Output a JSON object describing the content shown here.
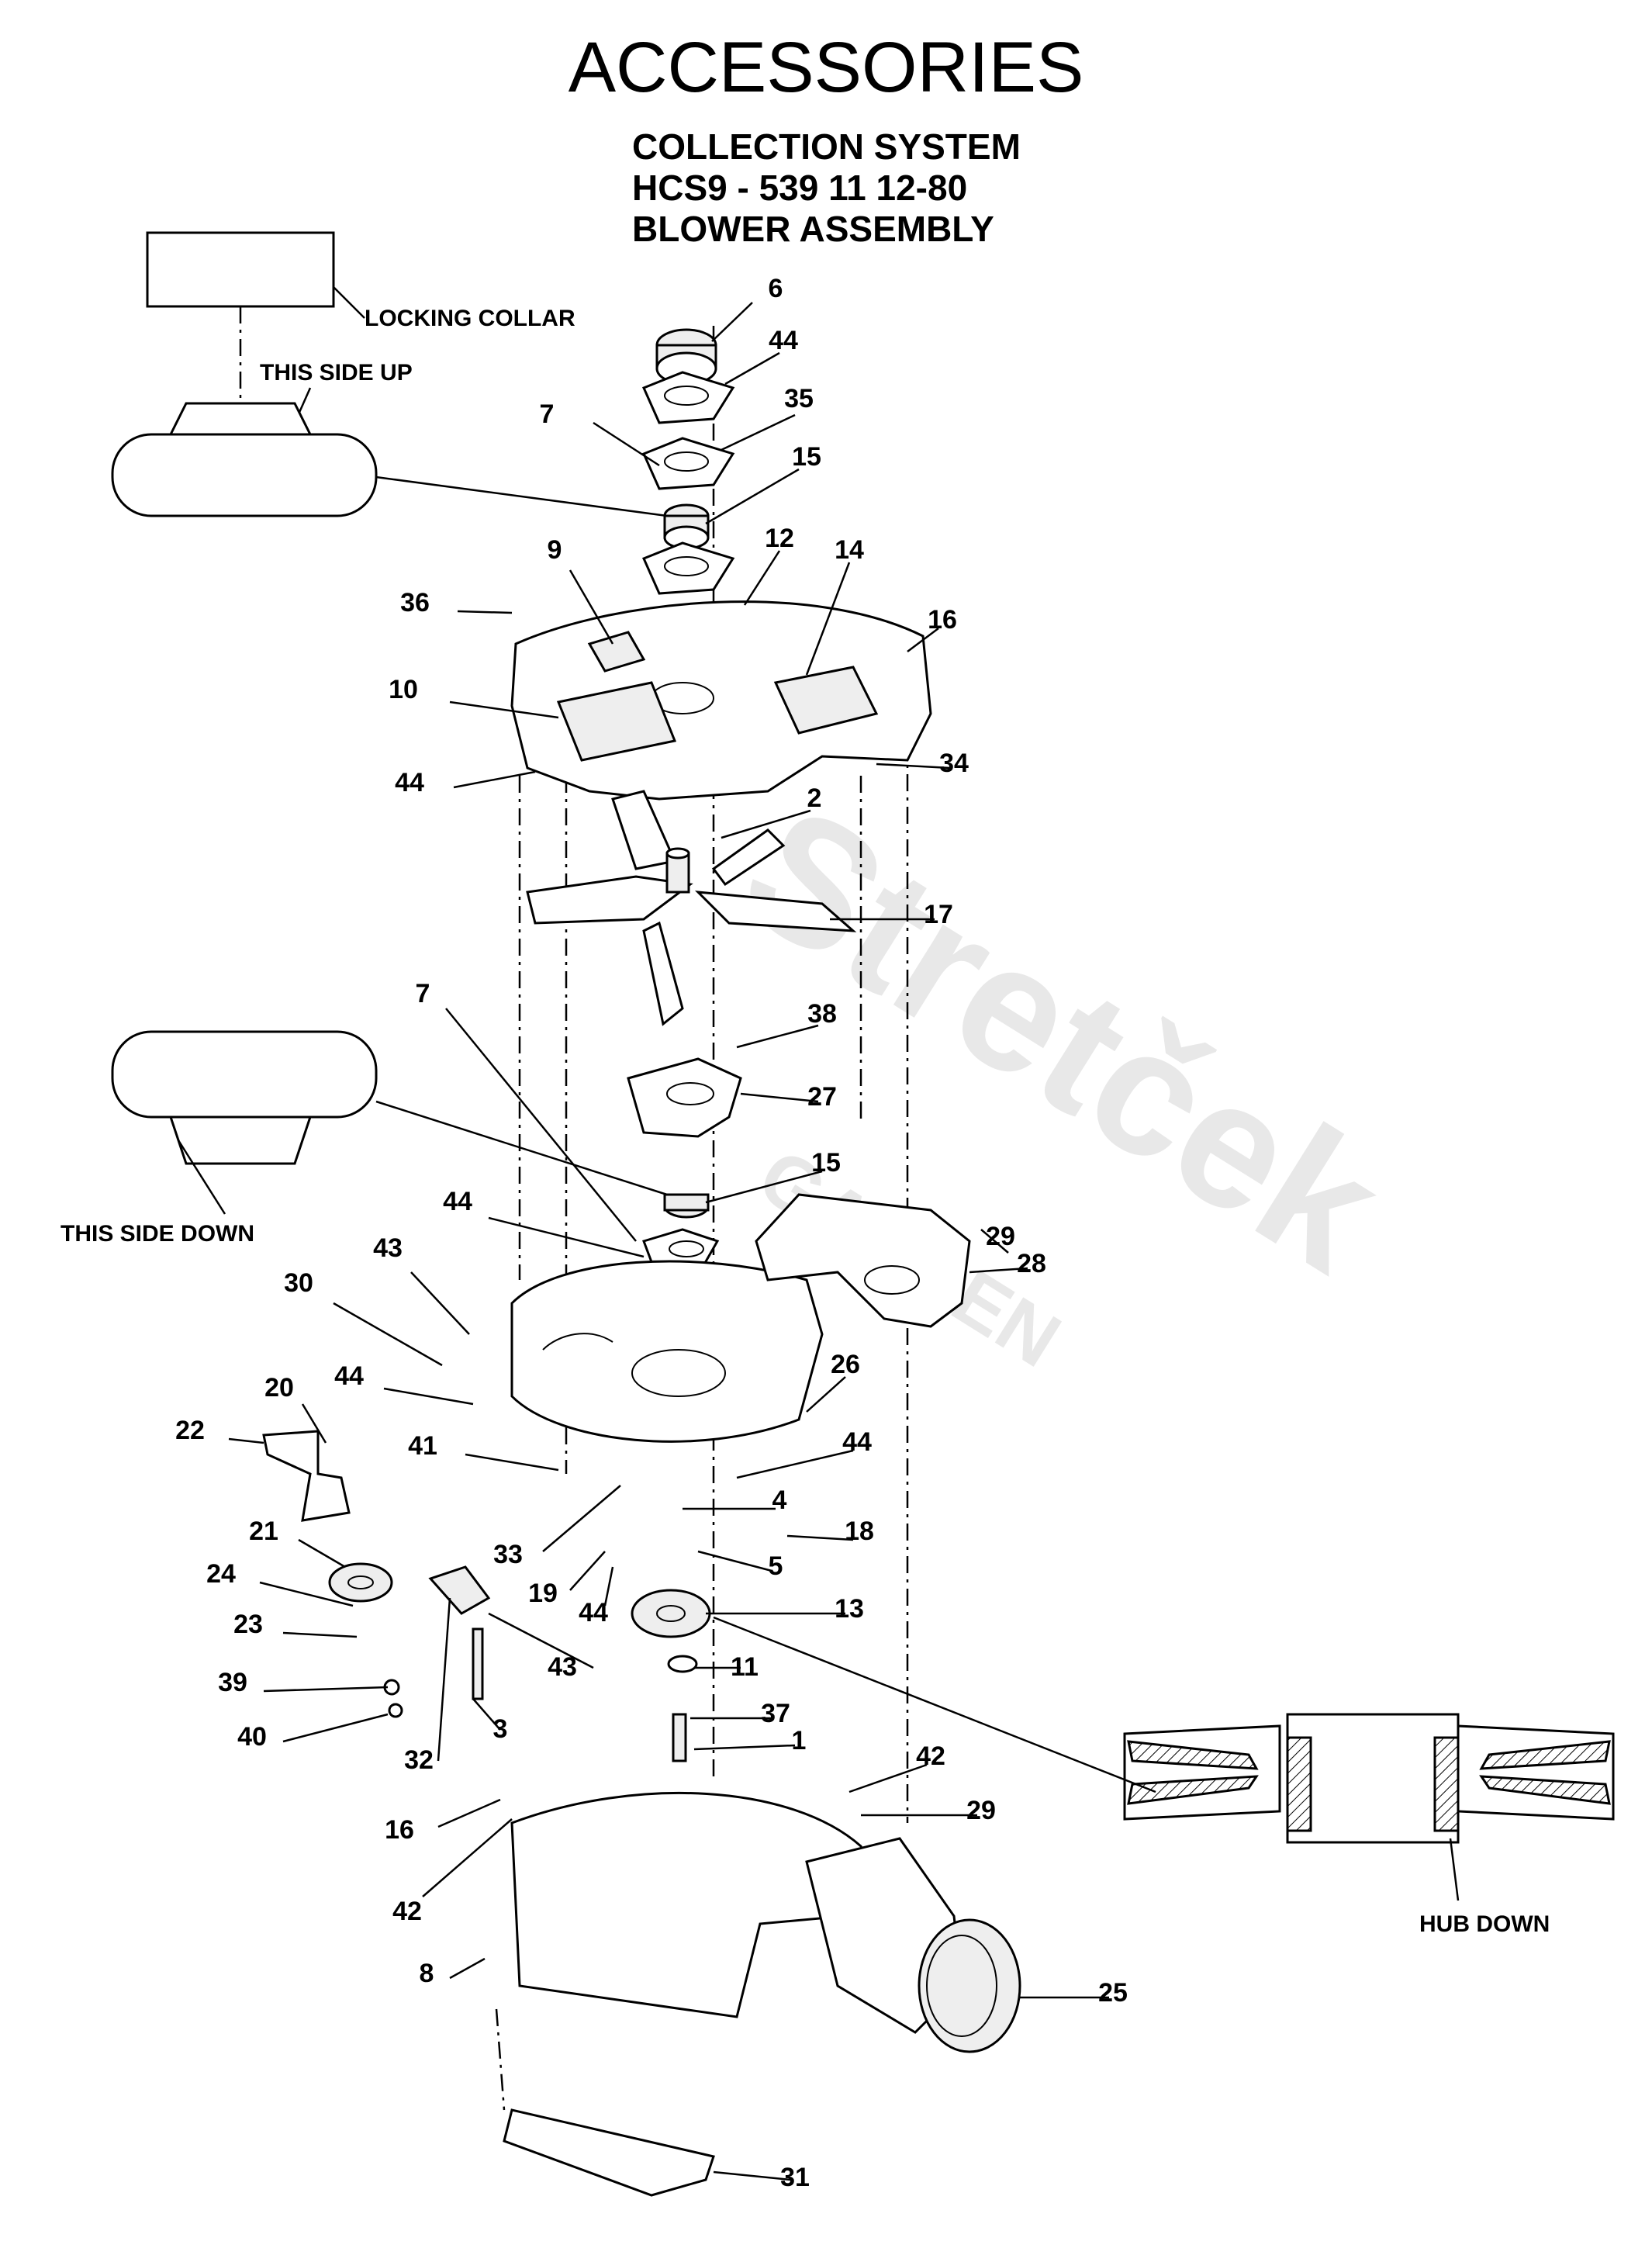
{
  "title": "ACCESSORIES",
  "subtitle": [
    "COLLECTION SYSTEM",
    "HCS9 - 539 11 12-80",
    "BLOWER ASSEMBLY"
  ],
  "callouts": {
    "locking_collar": "LOCKING COLLAR",
    "this_side_up": "THIS SIDE UP",
    "this_side_down": "THIS SIDE DOWN",
    "hub_down": "HUB DOWN"
  },
  "watermark": {
    "brand": "Stretček",
    "sub": "GARDEN"
  },
  "part_numbers": [
    "6",
    "44",
    "7",
    "35",
    "15",
    "12",
    "14",
    "9",
    "36",
    "16",
    "10",
    "44",
    "34",
    "2",
    "17",
    "7",
    "38",
    "27",
    "15",
    "29",
    "44",
    "28",
    "43",
    "30",
    "26",
    "44",
    "20",
    "22",
    "41",
    "44",
    "4",
    "18",
    "21",
    "33",
    "19",
    "44",
    "5",
    "24",
    "13",
    "23",
    "43",
    "11",
    "39",
    "3",
    "40",
    "37",
    "32",
    "1",
    "42",
    "29",
    "16",
    "42",
    "25",
    "8",
    "31"
  ]
}
